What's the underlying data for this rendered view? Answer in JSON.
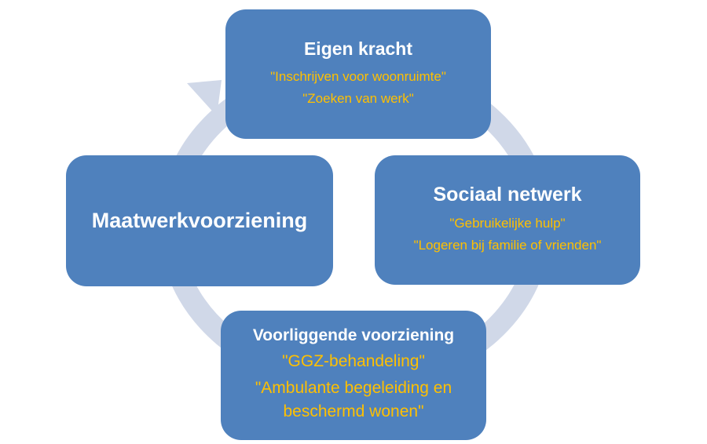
{
  "colors": {
    "box": "#4f81bd",
    "arc": "#d0d8e8",
    "quote": "#ffc000"
  },
  "nodes": [
    {
      "title": "Eigen kracht",
      "items": [
        "\"Inschrijven voor woonruimte\"",
        "\"Zoeken van werk\""
      ]
    },
    {
      "title": "Sociaal netwerk",
      "items": [
        "\"Gebruikelijke hulp\"",
        "\"Logeren bij familie of vrienden\""
      ]
    },
    {
      "title": "Voorliggende voorziening",
      "items": [
        "\"GGZ-behandeling\"",
        "\"Ambulante begeleiding en beschermd wonen\""
      ]
    },
    {
      "title": "Maatwerkvoorziening",
      "items": []
    }
  ]
}
